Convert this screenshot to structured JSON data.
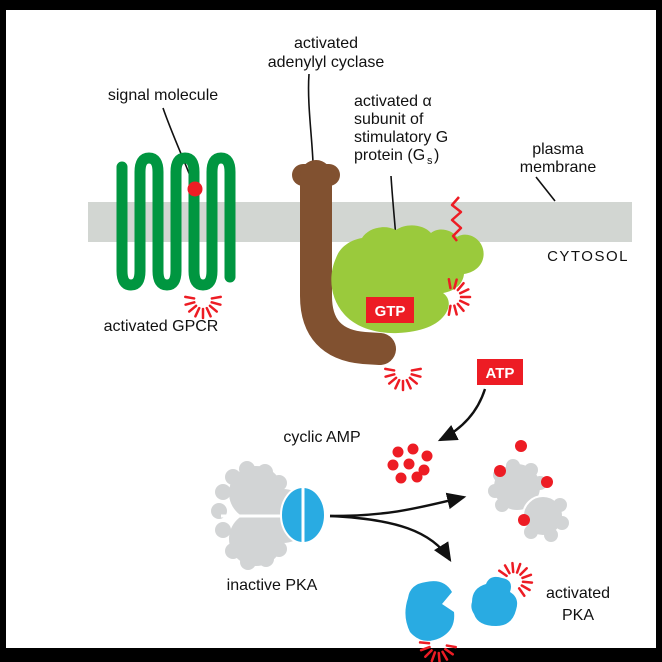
{
  "figure": {
    "labels": {
      "adenylyl_cyclase": [
        "activated",
        "adenylyl cyclase"
      ],
      "signal_molecule": "signal molecule",
      "alpha_subunit": [
        "activated α",
        "subunit of",
        "stimulatory G"
      ],
      "alpha_subunit_g": {
        "prefix": "protein (G",
        "sub": "s",
        "suffix": ")"
      },
      "plasma_membrane": [
        "plasma",
        "membrane"
      ],
      "cytosol": "CYTOSOL",
      "activated_gpcr": "activated GPCR",
      "gtp": "GTP",
      "atp": "ATP",
      "cyclic_amp": "cyclic AMP",
      "inactive_pka": "inactive PKA",
      "activated_pka": [
        "activated",
        "PKA"
      ]
    },
    "colors": {
      "red": "#ed1c24",
      "membrane_gray": "#d2d6d2",
      "gpcr_green": "#009640",
      "cyclase_brown": "#815130",
      "galpha_green": "#9aca3c",
      "pka_blue": "#29abe2",
      "subunit_gray": "#d2d4d5",
      "line_black": "#111111",
      "frame_black": "#000000",
      "background_white": "#ffffff"
    }
  }
}
